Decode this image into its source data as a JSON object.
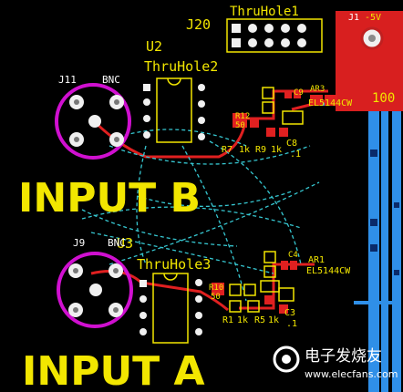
{
  "board": {
    "labels": {
      "j20": "J20",
      "thruhole1": "ThruHole1",
      "u2": "U2",
      "thruhole2": "ThruHole2",
      "u3": "U3",
      "thruhole3": "ThruHole3",
      "j11": "J11",
      "bnc_top": "BNC",
      "j9": "J9",
      "bnc_bottom": "BNC",
      "input_b": "INPUT B",
      "input_a": "INPUT A",
      "ar3": "AR3",
      "el_top": "EL5144CW",
      "ar1": "AR1",
      "el_bottom": "EL5144CW",
      "c8": "C8",
      "c8v": ".1",
      "c3": "C3",
      "c3v": ".1",
      "r7": "R7",
      "r7v": "1k",
      "r9": "R9",
      "r9v": "1k",
      "r1": "R1",
      "r1v": "1k",
      "r5": "R5",
      "r5v": "1k",
      "r12": "R12",
      "r12b": "50",
      "r10": "R10",
      "r10b": "50",
      "j1": "J1",
      "j1_5v": "-5V",
      "partial_100": "100",
      "c9": "C9",
      "c4": "C4"
    },
    "watermark": {
      "cn": "电子发烧友",
      "url": "www.elecfans.com"
    },
    "colors": {
      "silkscreen": "#f2e600",
      "board": "#000000",
      "copper_top": "#e02020",
      "copper_bottom": "#3aa0ff",
      "ratsnest": "#36c6d0",
      "bnc_ring": "#d010d0"
    }
  }
}
